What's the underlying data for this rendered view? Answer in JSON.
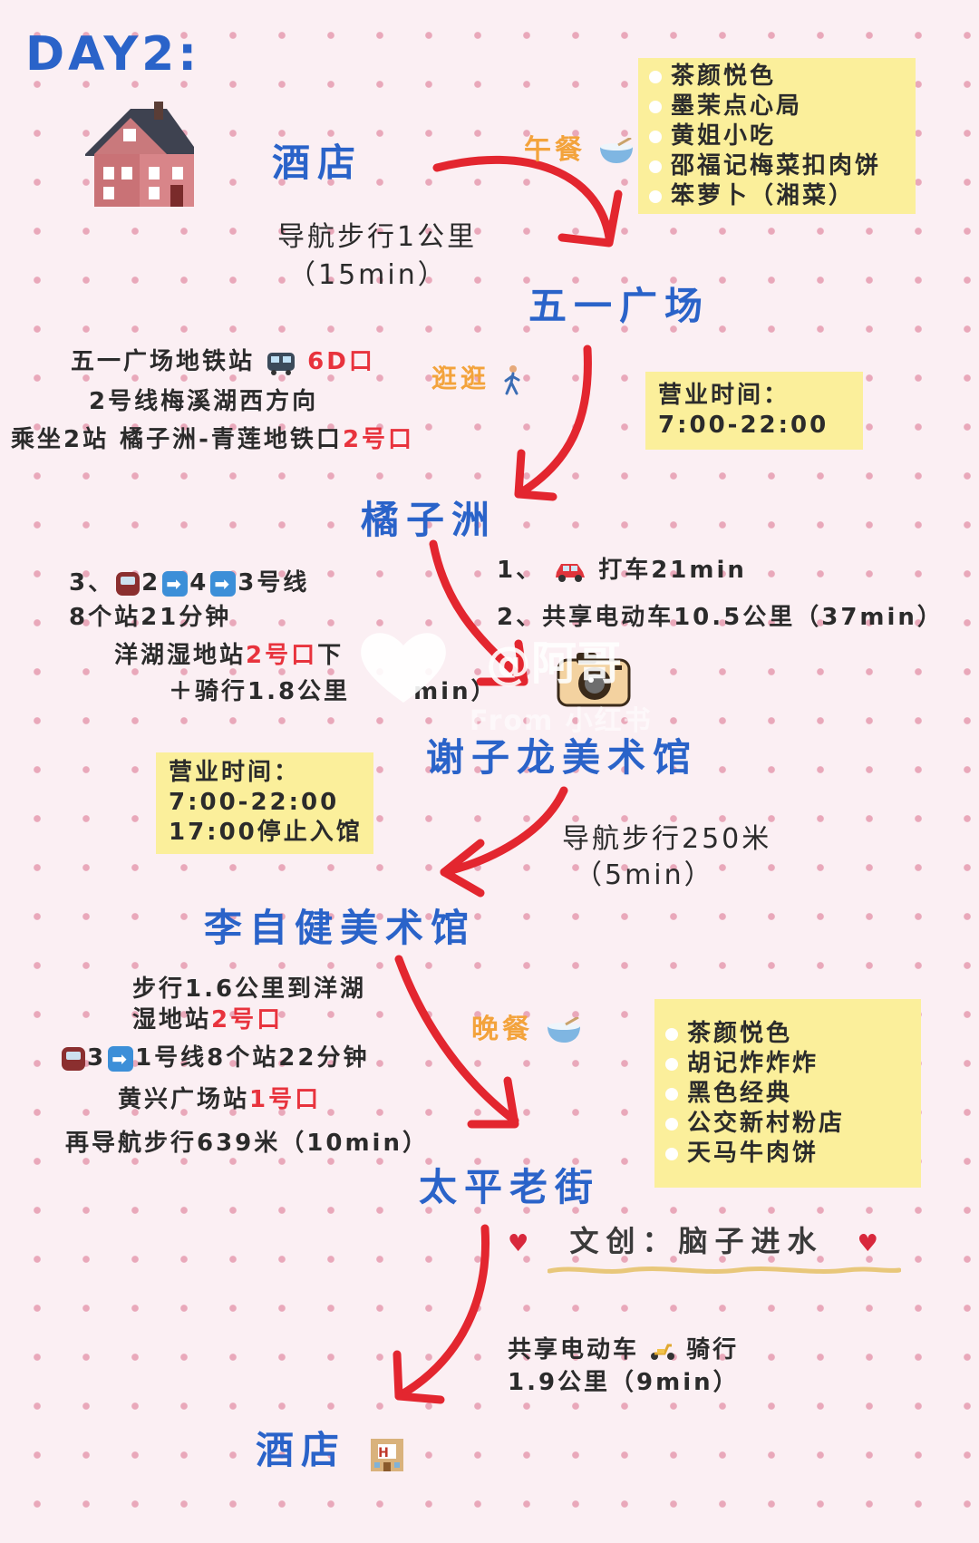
{
  "day_label": "DAY2:",
  "nodes": {
    "hotel_start": "酒店",
    "wuyi": "五一广场",
    "juzizhou": "橘子洲",
    "xieziLong": "谢子龙美术馆",
    "lizijian": "李自健美术馆",
    "taiping": "太平老街",
    "hotel_end": "酒店"
  },
  "hotel_to_wuyi": {
    "line1": "导航步行1公里",
    "line2": "（15min）"
  },
  "lunch": {
    "label": "午餐",
    "items": [
      "茶颜悦色",
      "墨茉点心局",
      "黄姐小吃",
      "邵福记梅菜扣肉饼",
      "笨萝卜（湘菜）"
    ]
  },
  "stroll_label": "逛逛",
  "wuyi_hours": {
    "line1": "营业时间：",
    "line2": "7:00-22:00"
  },
  "wuyi_to_juzi": {
    "line1_prefix": "五一广场地铁站",
    "line1_red": "6D口",
    "line2": "2号线梅溪湖西方向",
    "line3_prefix": "乘坐2站  橘子洲-青莲地铁口",
    "line3_red": "2号口"
  },
  "juzi_to_xie_left": {
    "line1_prefix": "3、",
    "line1_a": "2",
    "line1_b": "4",
    "line1_c": "3号线",
    "line2": "8个站21分钟",
    "line3_prefix": "洋湖湿地站",
    "line3_red": "2号口",
    "line3_suffix": "下",
    "line4_prefix": "＋骑行1.8公里",
    "line4_suffix": "min）"
  },
  "juzi_to_xie_right": {
    "line1_prefix": "1、",
    "line1_text": "打车21min",
    "line2": "2、共享电动车10.5公里（37min）"
  },
  "xie_hours": {
    "line1": "营业时间：",
    "line2": "7:00-22:00",
    "line3": "17:00停止入馆"
  },
  "xie_to_li": {
    "line1": "导航步行250米",
    "line2": "（5min）"
  },
  "li_to_taiping": {
    "line1": "步行1.6公里到洋湖",
    "line2_prefix": "湿地站",
    "line2_red": "2号口",
    "line3_a": "3",
    "line3_b": "1号线8个站22分钟",
    "line4_prefix": "黄兴广场站",
    "line4_red": "1号口",
    "line5": "再导航步行639米（10min）"
  },
  "dinner": {
    "label": "晚餐",
    "items": [
      "茶颜悦色",
      "胡记炸炸炸",
      "黑色经典",
      "公交新村粉店",
      "天马牛肉饼"
    ]
  },
  "wenchuang": "文创：脑子进水",
  "taiping_to_hotel": {
    "line1_prefix": "共享电动车",
    "line1_suffix": "骑行",
    "line2": "1.9公里（9min）"
  },
  "watermark": {
    "handle": "@阿哥",
    "source": "From 小红书"
  },
  "colors": {
    "title_blue": "#2a63c9",
    "arrow_red": "#e3262f",
    "note_yellow": "#fbef9b",
    "orange": "#f3a33c",
    "dot_pink": "#e9a8ba"
  },
  "icons": [
    "house-icon",
    "bowl-icon",
    "train-icon",
    "walking-person-icon",
    "metro-icon",
    "right-arrow-icon",
    "car-icon",
    "camera-icon",
    "heart-icon",
    "scooter-icon",
    "hotel-icon"
  ]
}
